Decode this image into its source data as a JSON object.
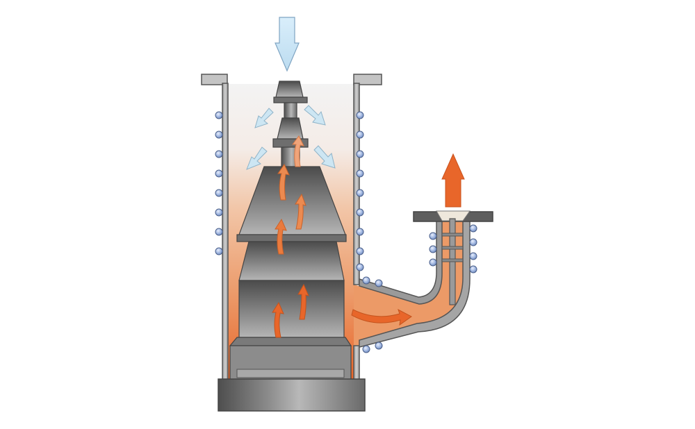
{
  "diagram": {
    "components": [
      "furnace-chamber",
      "stepped-core",
      "base-plinth",
      "side-outlet-duct",
      "exhaust-flange",
      "exhaust-rod",
      "heating-coils"
    ],
    "flows": {
      "inlet": {
        "direction": "down",
        "color": "#cfe8f7"
      },
      "recirculation": {
        "direction": "outward-down",
        "color": "#bfe0ef"
      },
      "heat_rise": {
        "direction": "up",
        "color": "#e8662a"
      },
      "outlet": {
        "direction": "right",
        "color": "#e8662a"
      },
      "exhaust": {
        "direction": "up",
        "color": "#e8662a"
      }
    },
    "colors": {
      "steel_dark": "#5a5a5a",
      "steel_light": "#c9c9c9",
      "hot_gas": "#e9874f",
      "cool_gas": "#f3f3f3",
      "coil": "#8fa9d6",
      "outline": "#444444"
    }
  }
}
